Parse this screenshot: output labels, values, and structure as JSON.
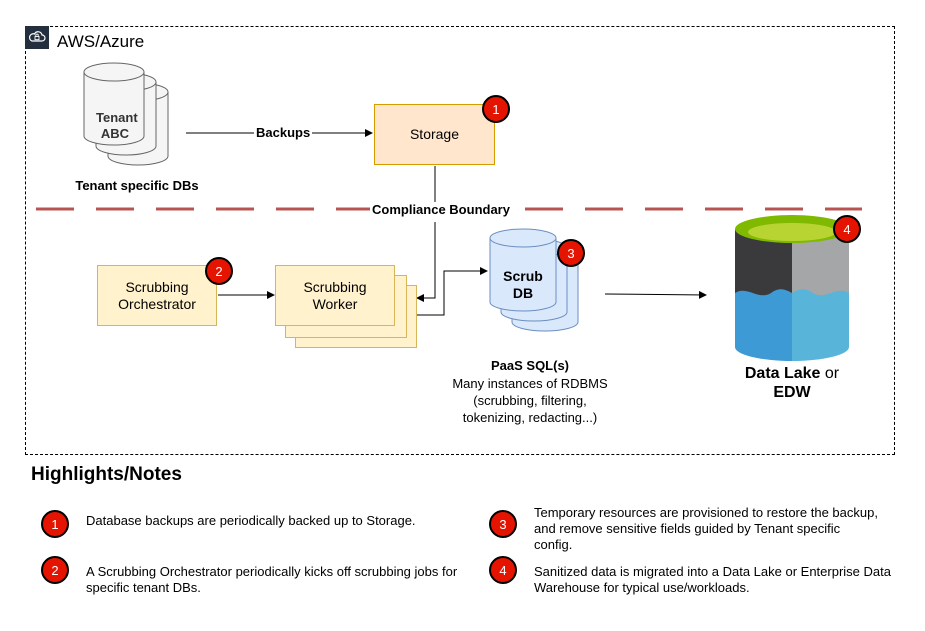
{
  "cloud": {
    "title": "AWS/Azure"
  },
  "diagram": {
    "tenant_db_label": "Tenant\nABC",
    "tenant_caption": "Tenant specific DBs",
    "backups_label": "Backups",
    "storage_label": "Storage",
    "compliance_label": "Compliance Boundary",
    "orchestrator_label": "Scrubbing\nOrchestrator",
    "worker_label": "Scrubbing\nWorker",
    "scrub_db_label": "Scrub\nDB",
    "paas_title": "PaaS SQL(s)",
    "paas_desc": "Many instances of RDBMS\n(scrubbing, filtering,\ntokenizing, redacting...)",
    "datalake_bold_1": "Data Lake",
    "datalake_normal": " or",
    "datalake_bold_2": "EDW",
    "badges": [
      "1",
      "2",
      "3",
      "4"
    ]
  },
  "colors": {
    "badge": "#e51400",
    "boundary": "#b85450",
    "storage_fill": "#ffe6cc",
    "storage_border": "#d79b00",
    "process_fill": "#fff2cc",
    "process_border": "#d6b656",
    "scrub_db_fill": "#dae8fc",
    "lake_dark": "#3a3a3c",
    "lake_gray": "#a5a6a8",
    "lake_blue": "#3e9ad4",
    "lake_top": "#7fba00"
  },
  "notes": {
    "title": "Highlights/Notes",
    "items": [
      {
        "num": "1",
        "text": "Database backups are periodically backed up to Storage."
      },
      {
        "num": "2",
        "text": "A Scrubbing Orchestrator periodically kicks off scrubbing jobs for specific tenant DBs."
      },
      {
        "num": "3",
        "text": "Temporary resources are provisioned to restore the backup, and remove sensitive fields guided by Tenant specific config."
      },
      {
        "num": "4",
        "text": "Sanitized data is migrated into a Data Lake or Enterprise Data Warehouse for typical use/workloads."
      }
    ]
  }
}
